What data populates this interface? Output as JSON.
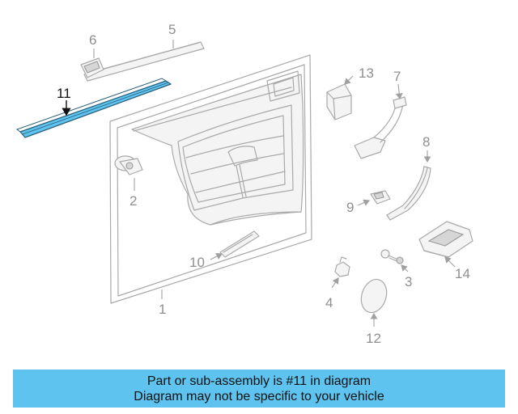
{
  "diagram": {
    "highlighted_part": "11",
    "highlight_color": "#5ec3ef",
    "callouts": {
      "p1": "1",
      "p2": "2",
      "p3": "3",
      "p4": "4",
      "p5": "5",
      "p6": "6",
      "p7": "7",
      "p8": "8",
      "p9": "9",
      "p10": "10",
      "p11": "11",
      "p12": "12",
      "p13": "13",
      "p14": "14"
    }
  },
  "banner": {
    "line1": "Part or sub-assembly is #11 in diagram",
    "line2": "Diagram may not be specific to your vehicle",
    "background": "#5ec3ef"
  }
}
